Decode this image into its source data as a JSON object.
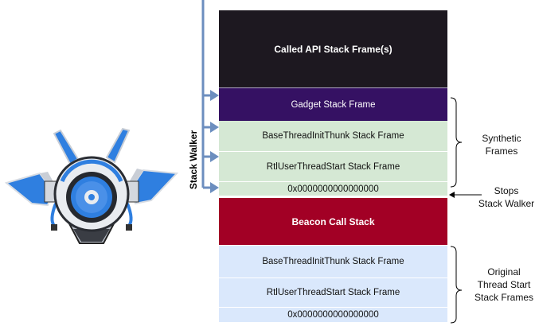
{
  "diagram": {
    "stack_walker_label": "Stack Walker",
    "frames": [
      {
        "id": "called-api",
        "label": "Called API Stack Frame(s)",
        "style": "dark",
        "bold": true,
        "color": "#1d1820"
      },
      {
        "id": "gadget",
        "label": "Gadget Stack Frame",
        "style": "purple",
        "bold": false,
        "color": "#351163"
      },
      {
        "id": "synthetic-base-thread-init-thunk",
        "label": "BaseThreadInitThunk Stack Frame",
        "style": "green",
        "bold": false,
        "color": "#d5e8d4"
      },
      {
        "id": "synthetic-rtl-user-thread-start",
        "label": "RtlUserThreadStart Stack Frame",
        "style": "green",
        "bold": false,
        "color": "#d5e8d4"
      },
      {
        "id": "synthetic-null",
        "label": "0x0000000000000000",
        "style": "green",
        "bold": false,
        "color": "#d5e8d4"
      },
      {
        "id": "beacon-call-stack",
        "label": "Beacon Call Stack",
        "style": "red",
        "bold": true,
        "color": "#a20025"
      },
      {
        "id": "original-base-thread-init-thunk",
        "label": "BaseThreadInitThunk Stack Frame",
        "style": "blue",
        "bold": false,
        "color": "#dae8fc"
      },
      {
        "id": "original-rtl-user-thread-start",
        "label": "RtlUserThreadStart Stack Frame",
        "style": "blue",
        "bold": false,
        "color": "#dae8fc"
      },
      {
        "id": "original-null",
        "label": "0x0000000000000000",
        "style": "blue",
        "bold": false,
        "color": "#dae8fc"
      }
    ],
    "annotations": {
      "synthetic_frames": "Synthetic\nFrames",
      "stops_stack_walker": "Stops\nStack Walker",
      "original_frames": "Original\nThread Start\nStack Frames"
    },
    "colors": {
      "walker_line": "#6c8ebf",
      "brace": "#000000"
    },
    "illustration": "drone-icon"
  }
}
